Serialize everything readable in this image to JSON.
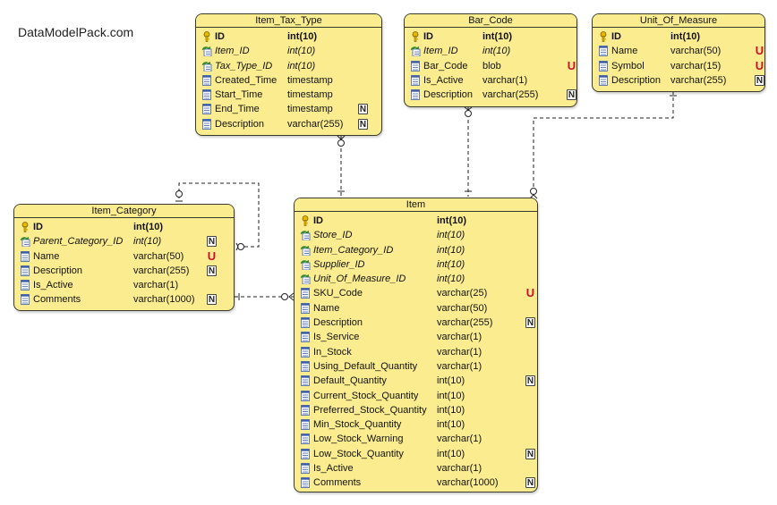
{
  "watermark": "DataModelPack.com",
  "entities": [
    {
      "title": "Item_Tax_Type",
      "columns": [
        {
          "kind": "pk",
          "name": "ID",
          "type": "int(10)",
          "constraint": ""
        },
        {
          "kind": "fk",
          "name": "Item_ID",
          "type": "int(10)",
          "constraint": ""
        },
        {
          "kind": "fk",
          "name": "Tax_Type_ID",
          "type": "int(10)",
          "constraint": ""
        },
        {
          "kind": "col",
          "name": "Created_Time",
          "type": "timestamp",
          "constraint": ""
        },
        {
          "kind": "col",
          "name": "Start_Time",
          "type": "timestamp",
          "constraint": ""
        },
        {
          "kind": "col",
          "name": "End_Time",
          "type": "timestamp",
          "constraint": "N"
        },
        {
          "kind": "col",
          "name": "Description",
          "type": "varchar(255)",
          "constraint": "N"
        }
      ]
    },
    {
      "title": "Bar_Code",
      "columns": [
        {
          "kind": "pk",
          "name": "ID",
          "type": "int(10)",
          "constraint": ""
        },
        {
          "kind": "fk",
          "name": "Item_ID",
          "type": "int(10)",
          "constraint": ""
        },
        {
          "kind": "col",
          "name": "Bar_Code",
          "type": "blob",
          "constraint": "U"
        },
        {
          "kind": "col",
          "name": "Is_Active",
          "type": "varchar(1)",
          "constraint": ""
        },
        {
          "kind": "col",
          "name": "Description",
          "type": "varchar(255)",
          "constraint": "N"
        }
      ]
    },
    {
      "title": "Unit_Of_Measure",
      "columns": [
        {
          "kind": "pk",
          "name": "ID",
          "type": "int(10)",
          "constraint": ""
        },
        {
          "kind": "col",
          "name": "Name",
          "type": "varchar(50)",
          "constraint": "U"
        },
        {
          "kind": "col",
          "name": "Symbol",
          "type": "varchar(15)",
          "constraint": "U"
        },
        {
          "kind": "col",
          "name": "Description",
          "type": "varchar(255)",
          "constraint": "N"
        }
      ]
    },
    {
      "title": "Item_Category",
      "columns": [
        {
          "kind": "pk",
          "name": "ID",
          "type": "int(10)",
          "constraint": ""
        },
        {
          "kind": "fk",
          "name": "Parent_Category_ID",
          "type": "int(10)",
          "constraint": "N"
        },
        {
          "kind": "col",
          "name": "Name",
          "type": "varchar(50)",
          "constraint": "U"
        },
        {
          "kind": "col",
          "name": "Description",
          "type": "varchar(255)",
          "constraint": "N"
        },
        {
          "kind": "col",
          "name": "Is_Active",
          "type": "varchar(1)",
          "constraint": ""
        },
        {
          "kind": "col",
          "name": "Comments",
          "type": "varchar(1000)",
          "constraint": "N"
        }
      ]
    },
    {
      "title": "Item",
      "columns": [
        {
          "kind": "pk",
          "name": "ID",
          "type": "int(10)",
          "constraint": ""
        },
        {
          "kind": "fk",
          "name": "Store_ID",
          "type": "int(10)",
          "constraint": ""
        },
        {
          "kind": "fk",
          "name": "Item_Category_ID",
          "type": "int(10)",
          "constraint": ""
        },
        {
          "kind": "fk",
          "name": "Supplier_ID",
          "type": "int(10)",
          "constraint": ""
        },
        {
          "kind": "fk",
          "name": "Unit_Of_Measure_ID",
          "type": "int(10)",
          "constraint": ""
        },
        {
          "kind": "col",
          "name": "SKU_Code",
          "type": "varchar(25)",
          "constraint": "U"
        },
        {
          "kind": "col",
          "name": "Name",
          "type": "varchar(50)",
          "constraint": ""
        },
        {
          "kind": "col",
          "name": "Description",
          "type": "varchar(255)",
          "constraint": "N"
        },
        {
          "kind": "col",
          "name": "Is_Service",
          "type": "varchar(1)",
          "constraint": ""
        },
        {
          "kind": "col",
          "name": "In_Stock",
          "type": "varchar(1)",
          "constraint": ""
        },
        {
          "kind": "col",
          "name": "Using_Default_Quantity",
          "type": "varchar(1)",
          "constraint": ""
        },
        {
          "kind": "col",
          "name": "Default_Quantity",
          "type": "int(10)",
          "constraint": "N"
        },
        {
          "kind": "col",
          "name": "Current_Stock_Quantity",
          "type": "int(10)",
          "constraint": ""
        },
        {
          "kind": "col",
          "name": "Preferred_Stock_Quantity",
          "type": "int(10)",
          "constraint": ""
        },
        {
          "kind": "col",
          "name": "Min_Stock_Quantity",
          "type": "int(10)",
          "constraint": ""
        },
        {
          "kind": "col",
          "name": "Low_Stock_Warning",
          "type": "varchar(1)",
          "constraint": ""
        },
        {
          "kind": "col",
          "name": "Low_Stock_Quantity",
          "type": "int(10)",
          "constraint": "N"
        },
        {
          "kind": "col",
          "name": "Is_Active",
          "type": "varchar(1)",
          "constraint": ""
        },
        {
          "kind": "col",
          "name": "Comments",
          "type": "varchar(1000)",
          "constraint": "N"
        }
      ]
    }
  ]
}
